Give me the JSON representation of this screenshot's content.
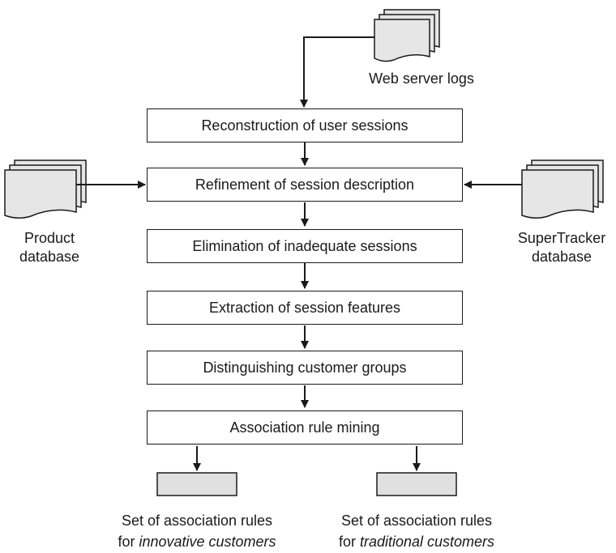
{
  "steps": [
    "Reconstruction of user sessions",
    "Refinement of session description",
    "Elimination of inadequate sessions",
    "Extraction of session features",
    "Distinguishing customer groups",
    "Association rule mining"
  ],
  "sources": {
    "web_logs": "Web server logs",
    "product_db": [
      "Product",
      "database"
    ],
    "supertracker_db": [
      "SuperTracker",
      "database"
    ]
  },
  "outputs": {
    "innovative": {
      "line1": "Set of association rules",
      "line2_prefix": "for ",
      "line2_emph": "innovative customers"
    },
    "traditional": {
      "line1": "Set of association rules",
      "line2_prefix": "for ",
      "line2_emph": "traditional customers"
    }
  },
  "colors": {
    "stroke": "#1a1a1a",
    "doc_fill": "#e6e6e6",
    "result_fill": "#e0e0e0"
  }
}
